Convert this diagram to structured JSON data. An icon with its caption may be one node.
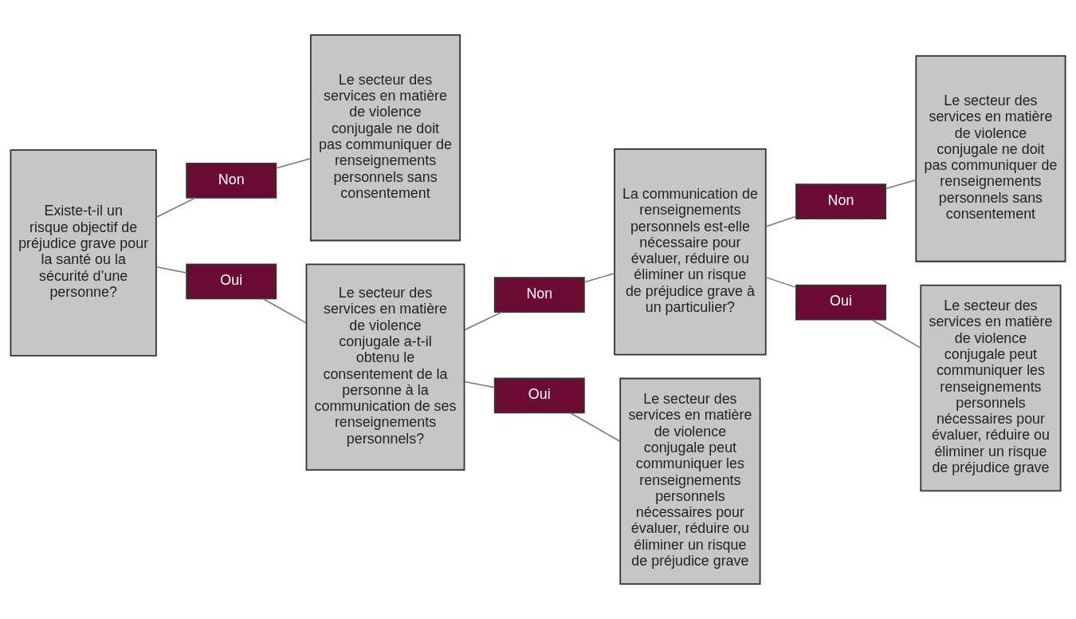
{
  "diagram": {
    "nodes": [
      {
        "text": [
          "Existe-t-il un risque objectif de préjudice grave pour la santé ou la sécurité d’une personne?"
        ]
      },
      {
        "text": [
          "Non"
        ]
      },
      {
        "text": [
          "Oui"
        ]
      },
      {
        "text": [
          "Le secteur des services en matière de violence conjugale ne doit pas communiquer de renseignements personnels sans consentement"
        ]
      },
      {
        "text": [
          "Le secteur des services en matière de violence conjugale a-t-il obtenu le consentement de la personne à la communication de ses renseignements personnels?"
        ]
      },
      {
        "text": [
          "Non"
        ]
      },
      {
        "text": [
          "Oui"
        ]
      },
      {
        "text": [
          "La communication de renseignements personnels est-elle nécessaire pour évaluer, réduire ou éliminer un risque de préjudice grave à un particulier?"
        ]
      },
      {
        "text": [
          "Le secteur des services en matière de violence conjugale peut communiquer les renseignements personnels nécessaires pour évaluer, réduire ou éliminer un risque de préjudice grave"
        ]
      },
      {
        "text": [
          "Non"
        ]
      },
      {
        "text": [
          "Oui"
        ]
      },
      {
        "text": [
          "Le secteur des services en matière de violence conjugale ne doit pas communiquer de renseignements personnels sans consentement"
        ]
      },
      {
        "text": [
          "Le secteur des services en matière de violence conjugale peut communiquer les renseignements personnels nécessaires pour évaluer, réduire ou éliminer un risque de préjudice grave"
        ]
      }
    ],
    "edges": [
      {
        "from": 0,
        "to": 1,
        "arrow": "none"
      },
      {
        "from": 0,
        "to": 2,
        "arrow": "none"
      },
      {
        "from": 1,
        "to": 3,
        "arrow": "none"
      },
      {
        "from": 2,
        "to": 4,
        "arrow": "none"
      },
      {
        "from": 4,
        "to": 5,
        "arrow": "none"
      },
      {
        "from": 4,
        "to": 6,
        "arrow": "none"
      },
      {
        "from": 5,
        "to": 7,
        "arrow": "none"
      },
      {
        "from": 6,
        "to": 8,
        "arrow": "none"
      },
      {
        "from": 7,
        "to": 9,
        "arrow": "none"
      },
      {
        "from": 7,
        "to": 10,
        "arrow": "none"
      },
      {
        "from": 9,
        "to": 11,
        "arrow": "none"
      },
      {
        "from": 10,
        "to": 12,
        "arrow": "none"
      }
    ]
  }
}
